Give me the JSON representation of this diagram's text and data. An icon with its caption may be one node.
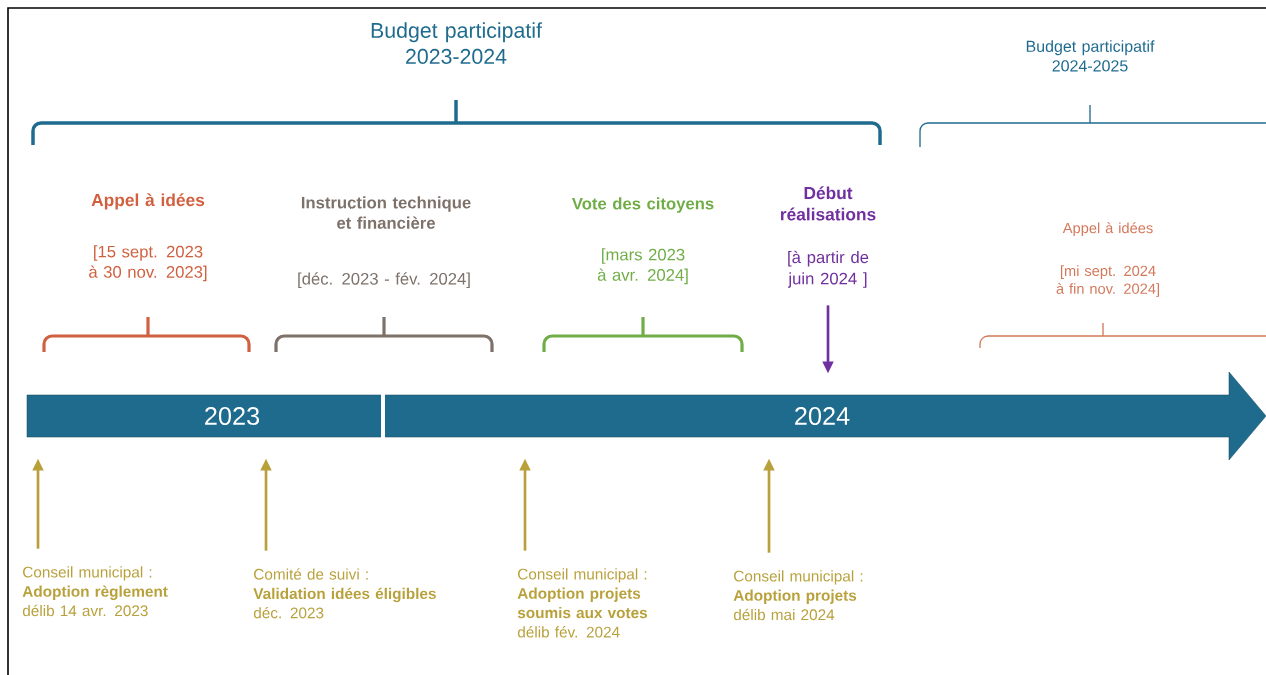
{
  "diagram": {
    "nodes": [
      {
        "text": [
          "2023",
          "2024"
        ]
      },
      {
        "text": [
          "Début réalisations",
          "[à partir de juin 2024 ]"
        ]
      },
      {
        "text": [
          "Conseil municipal :",
          "Adoption règlement",
          "délib 14 avr. 2023"
        ]
      },
      {
        "text": [
          "Comité de suivi :",
          "Validation idées éligibles",
          "déc. 2023"
        ]
      },
      {
        "text": [
          "Conseil municipal :",
          "Adoption projets soumis aux votes",
          "délib fév. 2024"
        ]
      },
      {
        "text": [
          "Conseil municipal :",
          "Adoption projets",
          "délib mai 2024"
        ]
      }
    ],
    "edges": [
      {
        "from": 1,
        "to": 0,
        "arrow": "to",
        "color": "#7030a0"
      },
      {
        "from": 2,
        "to": 0,
        "arrow": "to"
      },
      {
        "from": 3,
        "to": 0,
        "arrow": "to"
      },
      {
        "from": 4,
        "to": 0,
        "arrow": "to"
      },
      {
        "from": 5,
        "to": 0,
        "arrow": "to"
      }
    ],
    "labels": [
      "Budget participatif 2023-2024",
      "Budget participatif 2024-2025",
      "Appel à idées",
      "[15 sept. 2023 à 30 nov. 2023]",
      "Instruction technique et financière",
      "[déc. 2023 - fév. 2024]",
      "Vote des citoyens",
      "[mars 2023 à avr. 2024]",
      "Appel à idées",
      "[mi sept. 2024 à fin nov. 2024]"
    ]
  }
}
